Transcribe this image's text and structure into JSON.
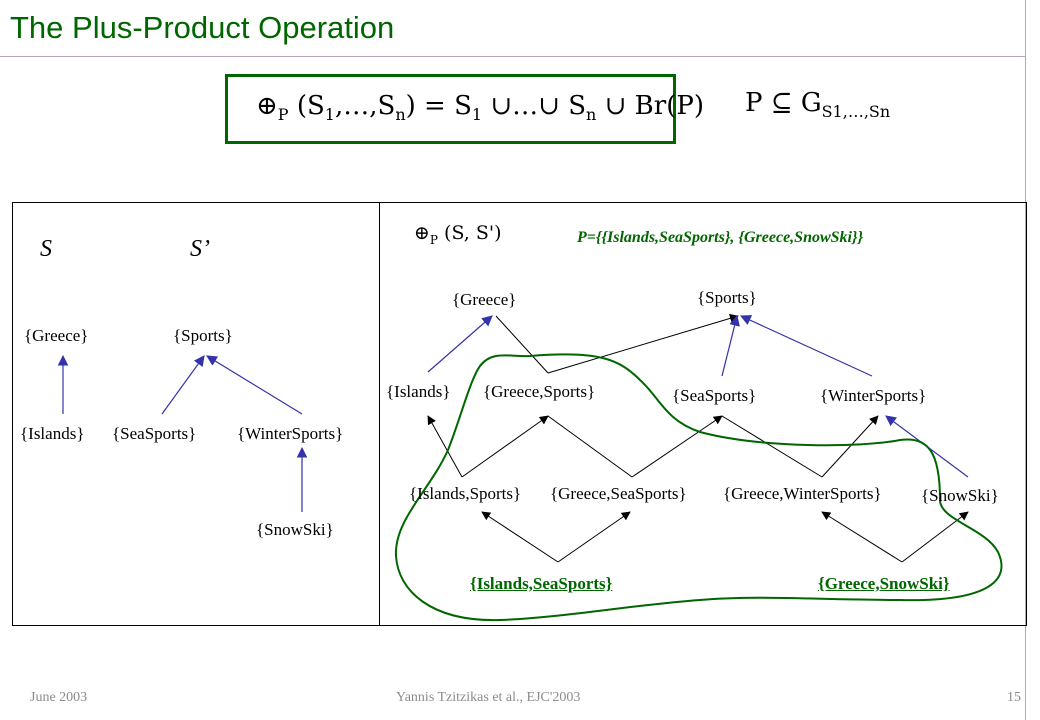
{
  "title": "The Plus-Product Operation",
  "formula": {
    "op": "⊕",
    "sub_p": "P",
    "lhs_args": "(S",
    "one": "1",
    "dots": ",…,S",
    "n": "n",
    "rhs": ") = S",
    "rhs_one": "1",
    "rhs_mid": " ∪…∪ S",
    "rhs_n": "n",
    "rhs_end": " ∪ Br(P)"
  },
  "formula2": {
    "p": "P",
    "subset": " ⊆ G",
    "sub": "S1,…,Sn"
  },
  "left": {
    "s_label": "S",
    "s_prime_label": "S’",
    "greece": "{Greece}",
    "sports": "{Sports}",
    "islands": "{Islands}",
    "seasports": "{SeaSports}",
    "wintersports": "{WinterSports}",
    "snowski": "{SnowSki}"
  },
  "right": {
    "op": "⊕",
    "sub_p": "P",
    "args": "(S, S')",
    "pset": "P={{Islands,SeaSports}, {Greece,SnowSki}}",
    "greece": "{Greece}",
    "sports": "{Sports}",
    "islands": "{Islands}",
    "greece_sports": "{Greece,Sports}",
    "seasports": "{SeaSports}",
    "wintersports": "{WinterSports}",
    "islands_sports": "{Islands,Sports}",
    "greece_seasports": "{Greece,SeaSports}",
    "greece_wintersports": "{Greece,WinterSports}",
    "snowski": "{SnowSki}",
    "islands_seasports": "{Islands,SeaSports}",
    "greece_snowski": "{Greece,SnowSki}"
  },
  "footer": {
    "date": "June 2003",
    "author": "Yannis Tzitzikas et al., EJC'2003",
    "page": "15"
  },
  "colors": {
    "accent": "#006600",
    "blue_edge": "#3333aa",
    "black_edge": "#000000"
  }
}
